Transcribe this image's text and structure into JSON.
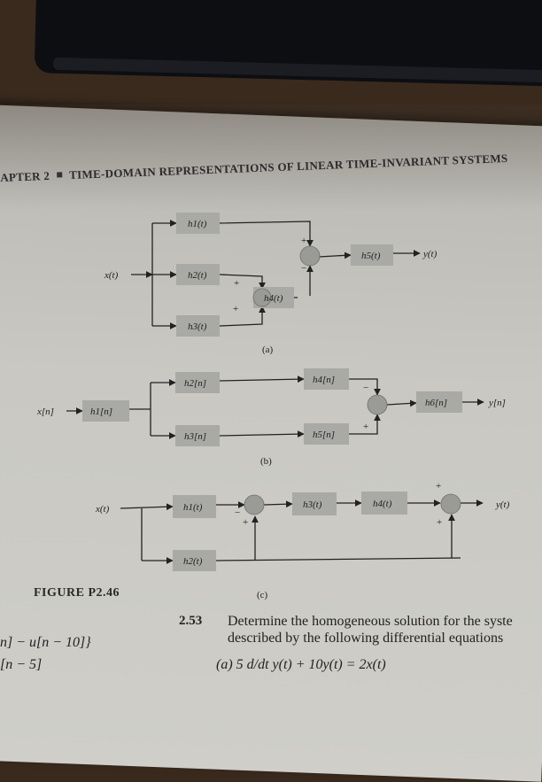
{
  "header": {
    "chapter": "APTER 2",
    "title": "TIME-DOMAIN REPRESENTATIONS OF LINEAR TIME-INVARIANT SYSTEMS"
  },
  "diagram_a": {
    "input": "x(t)",
    "output": "y(t)",
    "blocks": [
      "h1(t)",
      "h2(t)",
      "h3(t)",
      "h4(t)",
      "h5(t)"
    ],
    "signs": [
      "+",
      "−",
      "+",
      "+"
    ],
    "label": "(a)"
  },
  "diagram_b": {
    "input": "x[n]",
    "output": "y[n]",
    "blocks": [
      "h1[n]",
      "h2[n]",
      "h3[n]",
      "h4[n]",
      "h5[n]",
      "h6[n]"
    ],
    "signs": [
      "−",
      "+"
    ],
    "label": "(b)"
  },
  "diagram_c": {
    "input": "x(t)",
    "output": "y(t)",
    "blocks": [
      "h1(t)",
      "h2(t)",
      "h3(t)",
      "h4(t)"
    ],
    "signs": [
      "−",
      "+",
      "+",
      "+"
    ],
    "label": "(c)"
  },
  "caption": "FIGURE P2.46",
  "problem": {
    "number": "2.53",
    "line1": "Determine the homogeneous solution for the syste",
    "line2": "described by the following differential equations",
    "eq_a": "(a)  5 d/dt y(t) + 10y(t) = 2x(t)"
  },
  "left_fragments": [
    "n] − u[n − 10]}",
    "[n − 5]"
  ]
}
